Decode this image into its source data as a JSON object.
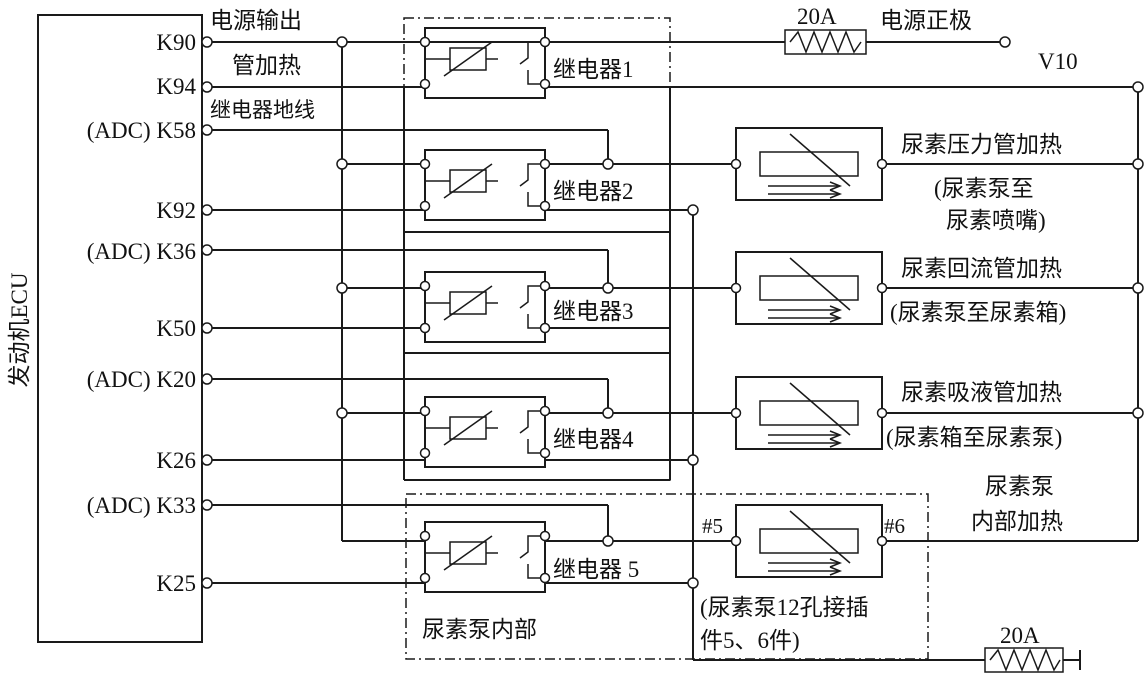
{
  "ecu": {
    "title": "发动机ECU",
    "pins": {
      "k90": "K90",
      "k94": "K94",
      "k58": "(ADC) K58",
      "k92": "K92",
      "k36": "(ADC) K36",
      "k50": "K50",
      "k20": "(ADC) K20",
      "k26": "K26",
      "k33": "(ADC) K33",
      "k25": "K25"
    }
  },
  "labels": {
    "power_output": "电源输出",
    "pipe_heating": "管加热",
    "relay_ground": "继电器地线",
    "fuse_top": "20A",
    "power_positive": "电源正极",
    "v10": "V10",
    "fuse_bottom": "20A",
    "pump_internal": "尿素泵内部"
  },
  "relays": [
    "继电器1",
    "继电器2",
    "继电器3",
    "继电器4",
    "继电器 5"
  ],
  "heaters": {
    "pressure_line": {
      "name": "尿素压力管加热",
      "note1": "(尿素泵至",
      "note2": "尿素喷嘴)"
    },
    "return_line": {
      "name": "尿素回流管加热",
      "note": "(尿素泵至尿素箱)"
    },
    "suction_line": {
      "name": "尿素吸液管加热",
      "note": "(尿素箱至尿素泵)"
    },
    "pump_internal": {
      "name1": "尿素泵",
      "name2": "内部加热",
      "pin5": "#5",
      "pin6": "#6",
      "connector1": "(尿素泵12孔接插",
      "connector2": "件5、6件)"
    }
  }
}
